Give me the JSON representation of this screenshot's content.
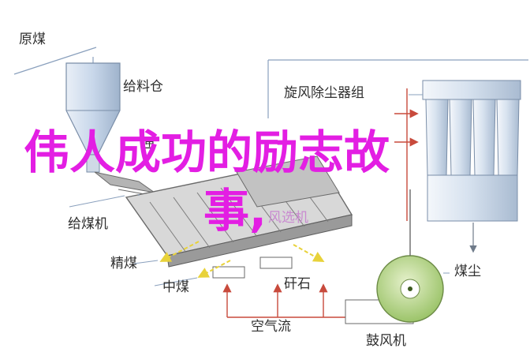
{
  "labels": {
    "raw_coal": "原煤",
    "feed_bin": "给料仓",
    "cyclone": "旋风除尘器组",
    "coal_feeder": "给煤机",
    "air_classifier": "风选机",
    "clean_coal": "精煤",
    "middling": "中煤",
    "gangue": "矸石",
    "coal_dust": "煤尘",
    "air_flow": "空气流",
    "blower": "鼓风机",
    "partial_behind_title": "匣"
  },
  "overlay": {
    "line1": "伟人成功的励志故",
    "line2": "事,"
  },
  "colors": {
    "title": "#e31ee3",
    "flow_arrow": "#c84a3c",
    "blower": "#b9d68c",
    "machine": "#8e8e8e",
    "vessel": "#c8d7ea",
    "product_arrow": "#e8d23a"
  }
}
